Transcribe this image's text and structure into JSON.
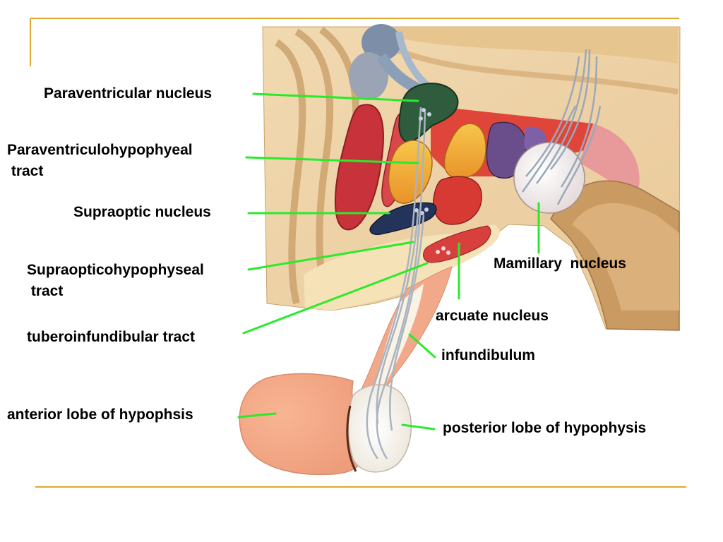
{
  "colors": {
    "frame_rule": "#e0a830",
    "leader_line": "#2bea2b",
    "label_text": "#000000"
  },
  "labels": {
    "paraventricular_nucleus": "Paraventricular nucleus",
    "paraventriculohypophyseal_tract": "Paraventriculohypophyeal\n tract",
    "supraoptic_nucleus": "Supraoptic nucleus",
    "supraopticohypophyseal_tract": "Supraopticohypophyseal\n tract",
    "tuberoinfundibular_tract": "tuberoinfundibular tract",
    "anterior_lobe": "anterior lobe of hypophsis",
    "mamillary_nucleus": "Mamillary  nucleus",
    "arcuate_nucleus": "arcuate nucleus",
    "infundibulum": "infundibulum",
    "posterior_lobe": "posterior lobe of hypophysis"
  }
}
